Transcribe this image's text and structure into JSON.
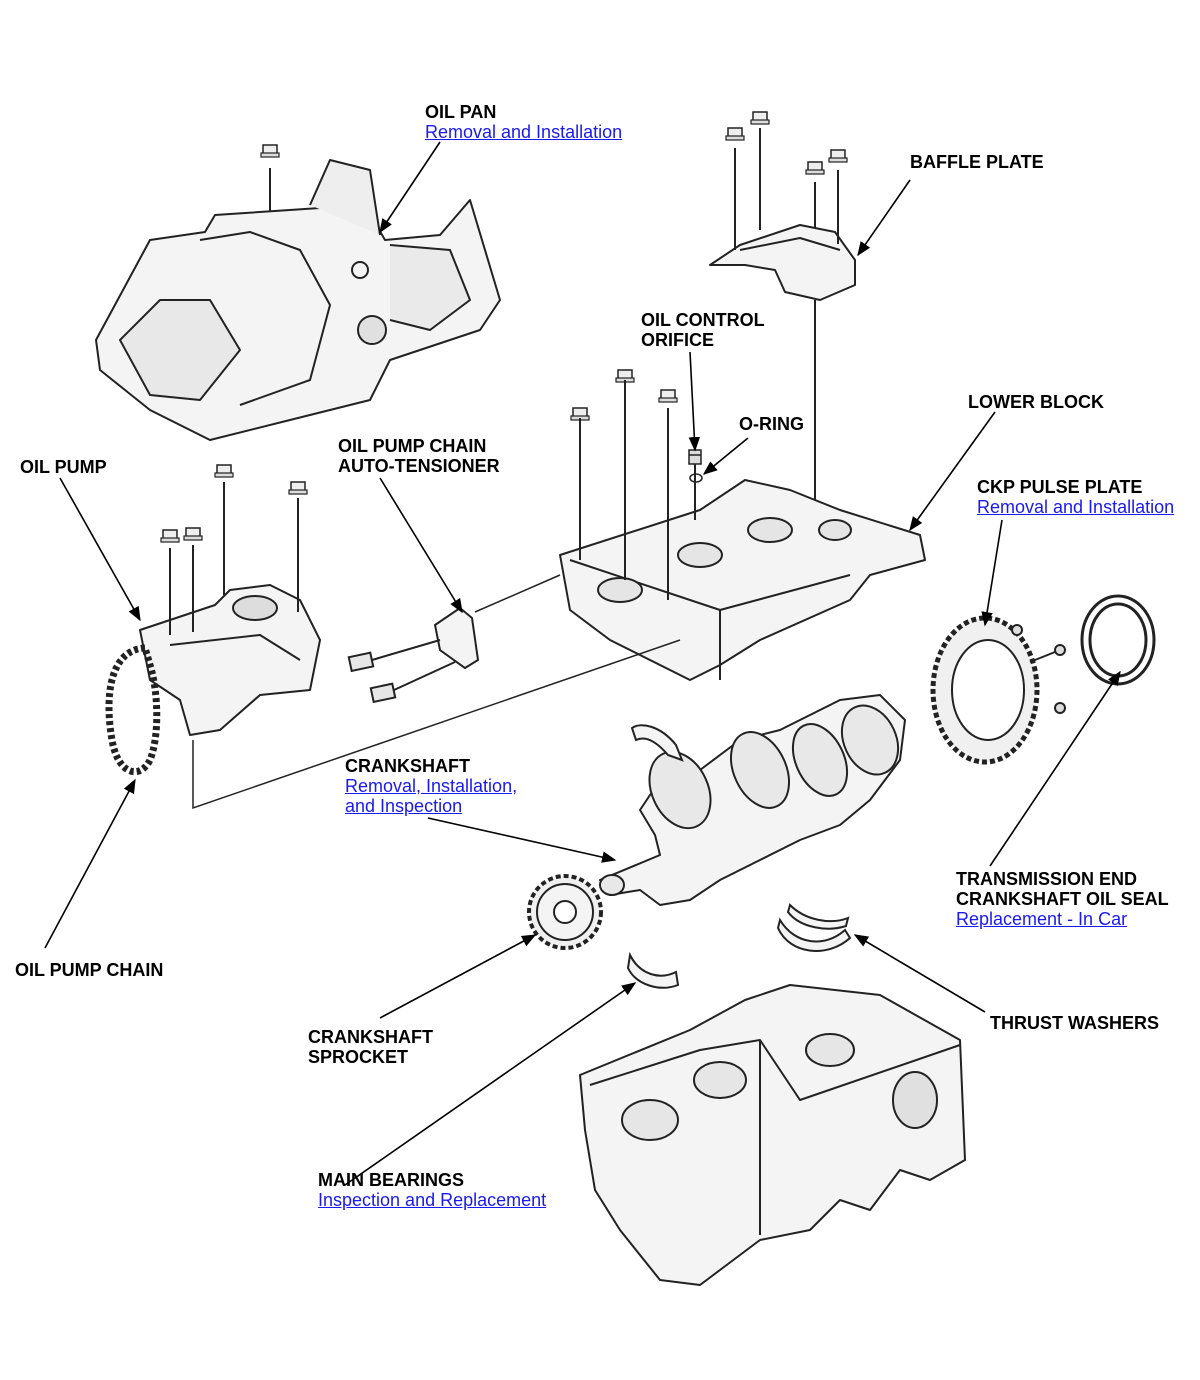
{
  "colors": {
    "link": "#1a1aee",
    "line": "#000000",
    "part_fill": "#f4f4f4",
    "part_stroke": "#222222"
  },
  "labels": {
    "oil_pan": {
      "lines": [
        "OIL PAN"
      ],
      "link": "Removal and Installation"
    },
    "baffle_plate": {
      "lines": [
        "BAFFLE PLATE"
      ]
    },
    "oil_control_orifice": {
      "lines": [
        "OIL CONTROL",
        "ORIFICE"
      ]
    },
    "o_ring": {
      "lines": [
        "O-RING"
      ]
    },
    "lower_block": {
      "lines": [
        "LOWER BLOCK"
      ]
    },
    "ckp_pulse_plate": {
      "lines": [
        "CKP PULSE PLATE"
      ],
      "link": "Removal and Installation"
    },
    "oil_pump": {
      "lines": [
        "OIL PUMP"
      ]
    },
    "auto_tensioner": {
      "lines": [
        "OIL PUMP CHAIN",
        "AUTO-TENSIONER"
      ]
    },
    "crankshaft": {
      "lines": [
        "CRANKSHAFT"
      ],
      "link_lines": [
        "Removal, Installation,",
        "and Inspection"
      ]
    },
    "transmission_seal": {
      "lines": [
        "TRANSMISSION END",
        "CRANKSHAFT OIL SEAL"
      ],
      "link": "Replacement - In Car"
    },
    "oil_pump_chain": {
      "lines": [
        "OIL PUMP CHAIN"
      ]
    },
    "thrust_washers": {
      "lines": [
        "THRUST WASHERS"
      ]
    },
    "crankshaft_sprocket": {
      "lines": [
        "CRANKSHAFT",
        "SPROCKET"
      ]
    },
    "main_bearings": {
      "lines": [
        "MAIN BEARINGS"
      ],
      "link": "Inspection and Replacement"
    }
  }
}
